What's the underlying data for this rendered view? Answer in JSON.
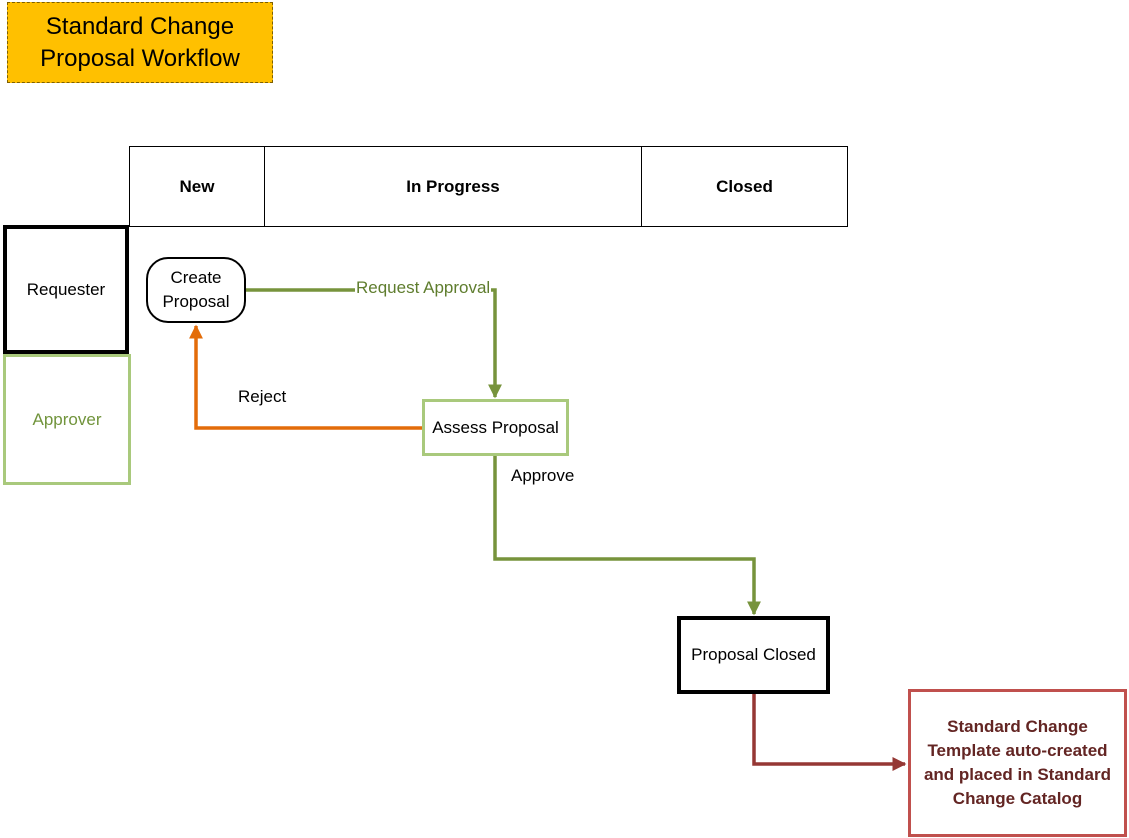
{
  "title": "Standard Change Proposal Workflow",
  "phases": [
    "New",
    "In Progress",
    "Closed"
  ],
  "lanes": {
    "requester": "Requester",
    "approver": "Approver"
  },
  "nodes": {
    "create_proposal": "Create Proposal",
    "assess_proposal": "Assess Proposal",
    "proposal_closed": "Proposal Closed",
    "template_created": "Standard Change Template auto-created and placed in Standard Change Catalog"
  },
  "edges": {
    "request_approval": "Request Approval",
    "reject": "Reject",
    "approve": "Approve"
  },
  "colors": {
    "title_fill": "#ffc000",
    "approver_green": "#a9c97c",
    "flow_green": "#77933c",
    "reject_orange": "#e36c09",
    "template_red": "#c0504d",
    "template_text": "#632523"
  }
}
